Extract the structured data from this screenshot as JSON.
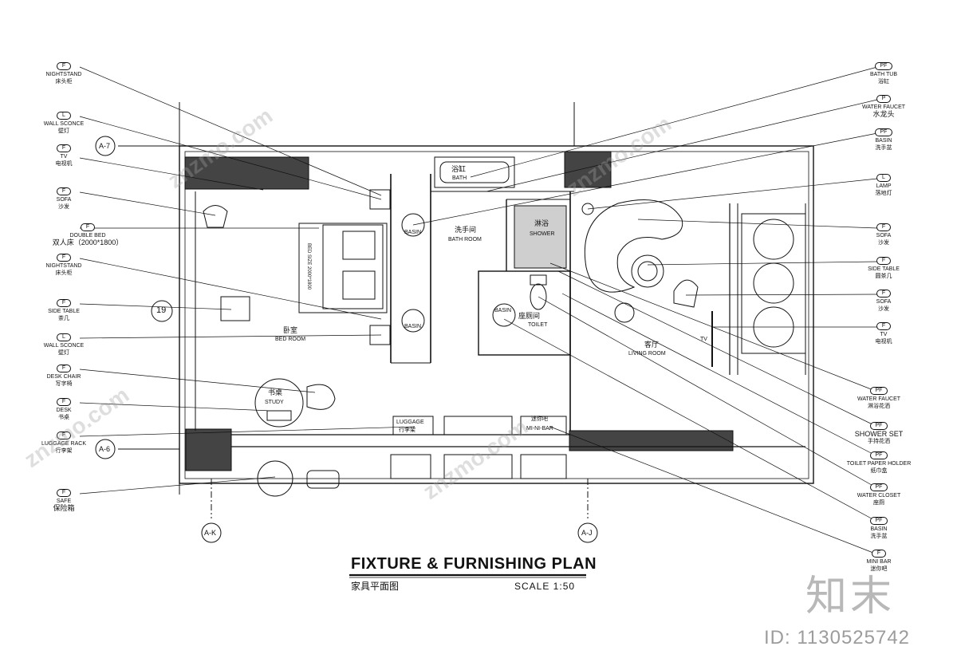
{
  "drawing": {
    "title": "FIXTURE & FURNISHING PLAN",
    "subtitle_cn": "家具平面图",
    "scale": "SCALE   1:50"
  },
  "left_tags": [
    {
      "code": "F",
      "name": "NIGHTSTAND",
      "cn": "床头柜"
    },
    {
      "code": "L",
      "name": "WALL SCONCE",
      "cn": "壁灯"
    },
    {
      "code": "F",
      "name": "TV",
      "cn": "电视机"
    },
    {
      "code": "F",
      "name": "SOFA",
      "cn": "沙发"
    },
    {
      "code": "F",
      "name": "DOUBLE BED",
      "cn": "双人床（2000*1800）"
    },
    {
      "code": "F",
      "name": "NIGHTSTAND",
      "cn": "床头柜"
    },
    {
      "code": "F",
      "name": "SIDE TABLE",
      "cn": "茶几"
    },
    {
      "code": "L",
      "name": "WALL SCONCE",
      "cn": "壁灯"
    },
    {
      "code": "F",
      "name": "DESK CHAIR",
      "cn": "写字椅"
    },
    {
      "code": "F",
      "name": "DESK",
      "cn": "书桌"
    },
    {
      "code": "F",
      "name": "LUGGAGE RACK",
      "cn": "行李架"
    },
    {
      "code": "F",
      "name": "SAFE",
      "cn": "保险箱"
    }
  ],
  "right_tags": [
    {
      "code": "PF",
      "name": "BATH TUB",
      "cn": "浴缸"
    },
    {
      "code": "P",
      "name": "WATER FAUCET",
      "cn": "水龙头"
    },
    {
      "code": "PF",
      "name": "BASIN",
      "cn": "洗手盆"
    },
    {
      "code": "L",
      "name": "LAMP",
      "cn": "落地灯"
    },
    {
      "code": "F",
      "name": "SOFA",
      "cn": "沙发"
    },
    {
      "code": "F",
      "name": "SIDE TABLE",
      "cn": "圆茶几"
    },
    {
      "code": "F",
      "name": "SOFA",
      "cn": "沙发"
    },
    {
      "code": "F",
      "name": "TV",
      "cn": "电视机"
    },
    {
      "code": "PF",
      "name": "WATER FAUCET",
      "cn": "淋浴花洒"
    },
    {
      "code": "PF",
      "name": "SHOWER SET",
      "cn": "手持花洒"
    },
    {
      "code": "PF",
      "name": "TOILET PAPER HOLDER",
      "cn": "纸巾盒"
    },
    {
      "code": "PF",
      "name": "WATER CLOSET",
      "cn": "座厕"
    },
    {
      "code": "PF",
      "name": "BASIN",
      "cn": "洗手盆"
    },
    {
      "code": "F",
      "name": "MINI BAR",
      "cn": "迷你吧"
    }
  ],
  "room_labels": {
    "bath_cn": "浴缸",
    "bath": "BATH",
    "bathroom_cn": "洗手间",
    "bathroom": "BATH ROOM",
    "shower_cn": "淋浴",
    "shower": "SHOWER",
    "toilet_cn": "座厕间",
    "toilet": "TOILET",
    "basin_a": "BASIN",
    "basin_b": "BASIN",
    "basin_c": "BASIN",
    "bedroom_cn": "卧室",
    "bedroom": "BED ROOM",
    "living_cn": "客厅",
    "living": "LIVING ROOM",
    "study_cn": "书桌",
    "study": "STUDY",
    "luggage": "LUGGAGE",
    "luggage_cn": "行李架",
    "minibar_cn": "迷你吧",
    "minibar": "MI-NI-BAR",
    "tv": "TV",
    "bed_size": "BED SIZE 2000*1800"
  },
  "grid_refs": {
    "a7": "A-7",
    "a6": "A-6",
    "ak": "A-K",
    "aj": "A-J",
    "n19": "19"
  },
  "branding": {
    "logo": "知末",
    "id": "ID: 1130525742",
    "watermark": "znzmo.com"
  }
}
